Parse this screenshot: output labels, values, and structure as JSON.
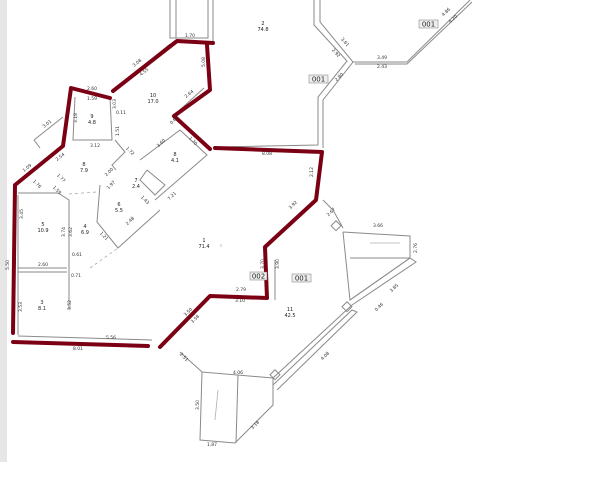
{
  "colors": {
    "boundary": "#7b0014",
    "walls": "#8a8a8a",
    "background": "#ffffff"
  },
  "rooms": [
    {
      "number": "2",
      "area": "74.8"
    },
    {
      "number": "10",
      "area": "17.0"
    },
    {
      "number": "9",
      "area": "4.8"
    },
    {
      "number": "8",
      "area": "7.9"
    },
    {
      "number": "8",
      "area": "4.1"
    },
    {
      "number": "7",
      "area": "2.4"
    },
    {
      "number": "6",
      "area": "5.5"
    },
    {
      "number": "5",
      "area": "10.9"
    },
    {
      "number": "4",
      "area": "6.9"
    },
    {
      "number": "3",
      "area": "8.1"
    },
    {
      "number": "1",
      "area": "71.4"
    },
    {
      "number": "11",
      "area": "42.5"
    }
  ],
  "tags": [
    "001",
    "001",
    "001",
    "002"
  ],
  "dimensions": [
    "1.70",
    "3.08",
    "4.55",
    "5.08",
    "2.60",
    "1.59",
    "3.03",
    "0.11",
    "3.18",
    "1.51",
    "3.01",
    "2.64",
    "0.60",
    "1.70",
    "3.12",
    "2.54",
    "1.72",
    "1.09",
    "1.76",
    "1.77",
    "1.59",
    "3.60",
    "2.00",
    "1.97",
    "1.43",
    "7.21",
    "2.48",
    "1.21",
    "3.45",
    "3.74",
    "3.62",
    "2.60",
    "0.61",
    "0.71",
    "5.50",
    "3.53",
    "3.52",
    "5.56",
    "8.01",
    "8.08",
    "2.12",
    "3.92",
    "2.67",
    "3.66",
    "2.76",
    "3.70",
    "3.90",
    "2.79",
    "3.10",
    "3.50",
    "3.58",
    "2.51",
    "4.06",
    "3.50",
    "1.87",
    "3.18",
    "3.85",
    "0.46",
    "4.08",
    "3.61",
    "2.92",
    "3.49",
    "2.43",
    "2.80",
    "4.86",
    "4.20"
  ]
}
